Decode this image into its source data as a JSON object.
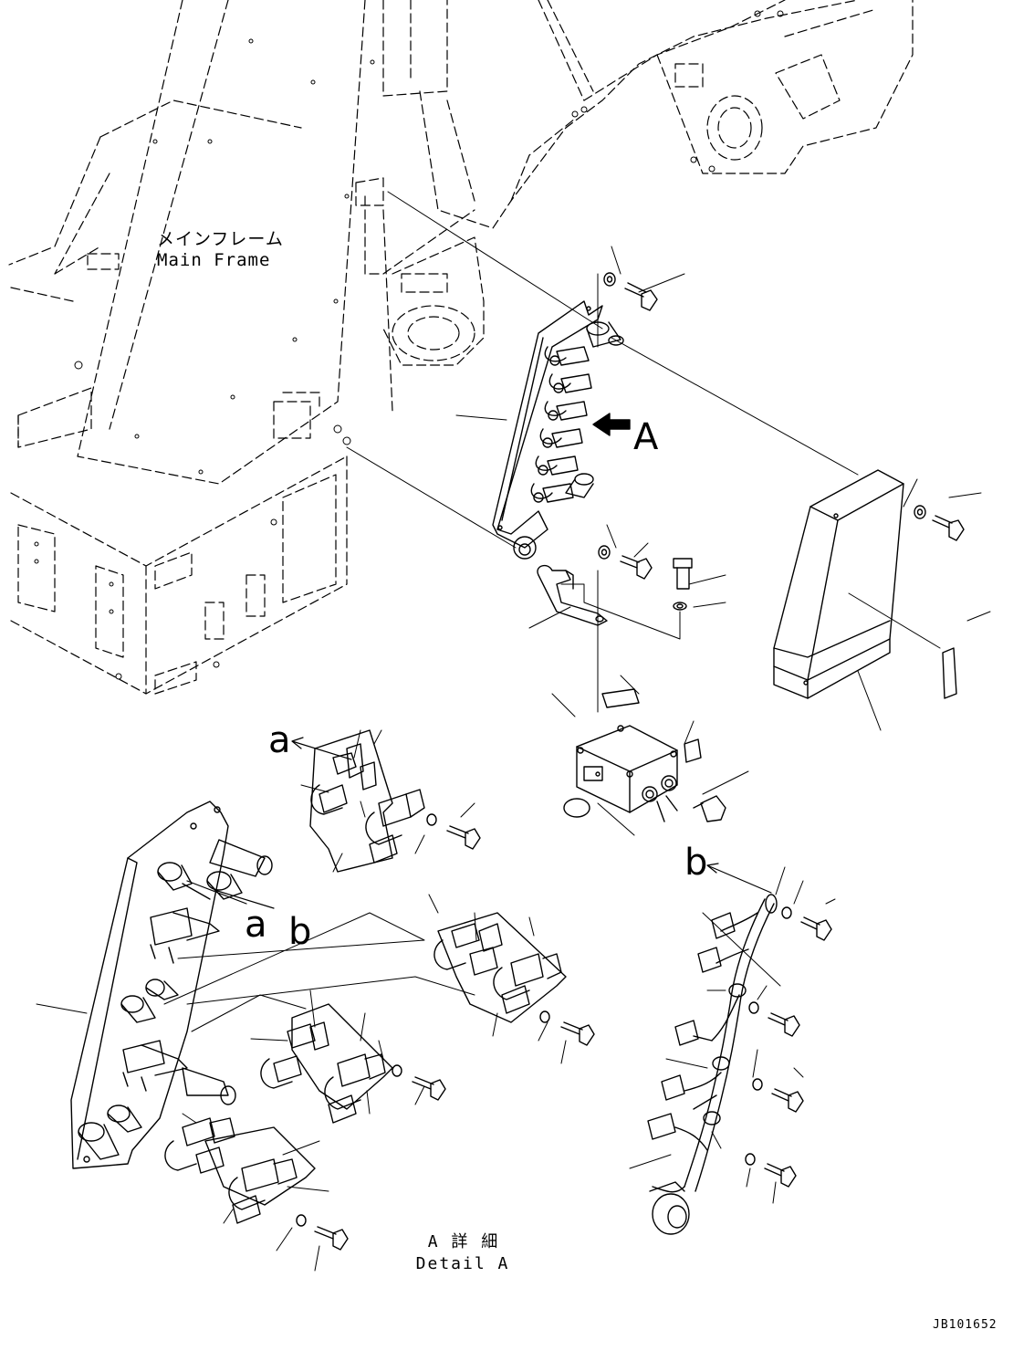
{
  "labels": {
    "main_frame_jp": "メインフレーム",
    "main_frame_en": "Main Frame",
    "view_arrow": "A",
    "ref_a_top": "a",
    "ref_b_right": "b",
    "ref_a_plate": "a",
    "ref_b_plate": "b",
    "detail_jp": "A 詳 細",
    "detail_en": "Detail A",
    "drawing_code": "JB101652"
  },
  "colors": {
    "ink": "#000000",
    "paper": "#ffffff"
  }
}
